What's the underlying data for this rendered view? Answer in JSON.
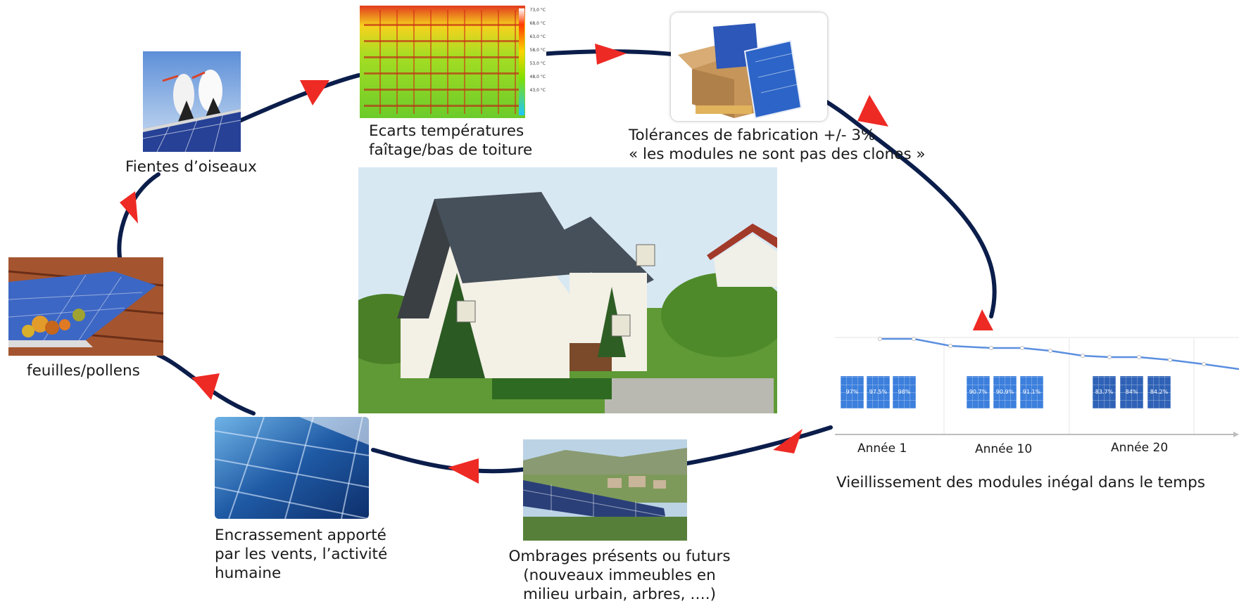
{
  "labels": {
    "thermo": [
      "Ecarts températures",
      "faîtage/bas de toiture"
    ],
    "birds": "Fientes d’oiseaux",
    "tolerance": [
      "Tolérances de fabrication +/- 3%",
      "« les modules ne sont pas des clones »"
    ],
    "leaves": "feuilles/pollens",
    "aging": "Vieillissement des modules inégal dans le temps",
    "dirt": [
      "Encrassement apporté",
      "par les vents, l’activité",
      "humaine"
    ],
    "shade": [
      "Ombrages présents ou futurs",
      "(nouveaux immeubles en",
      "milieu urbain, arbres, ….)"
    ]
  },
  "thermo_scale": [
    "73,0 °C",
    "68,0 °C",
    "63,0 °C",
    "58,0 °C",
    "53,0 °C",
    "48,0 °C",
    "43,0 °C"
  ],
  "aging": {
    "years": [
      "Année 1",
      "Année 10",
      "Année 20"
    ],
    "modules": [
      [
        "97%",
        "97.5%",
        "98%"
      ],
      [
        "90.7%",
        "90.9%",
        "91.1%"
      ],
      [
        "83.7%",
        "84%",
        "84.2%"
      ]
    ]
  },
  "colors": {
    "cycle_line": "#0b1d4a",
    "arrow": "#ee2a24"
  }
}
